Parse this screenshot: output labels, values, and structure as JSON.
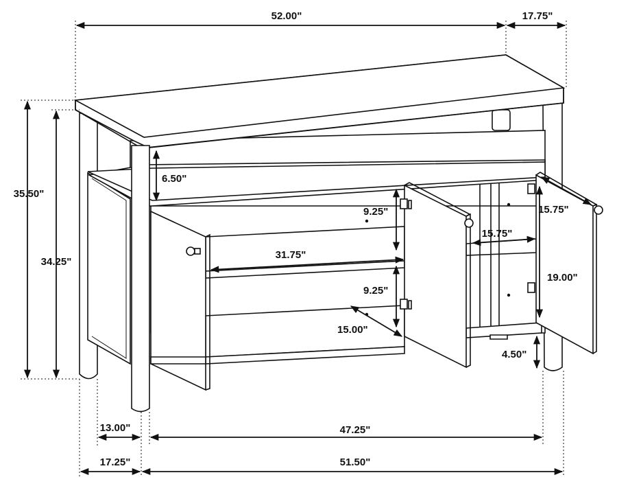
{
  "figure": {
    "dimensions": {
      "total_width": "52.00\"",
      "depth_top": "17.75\"",
      "total_height": "35.50\"",
      "leg_height": "34.25\"",
      "shelf_clearance": "6.50\"",
      "upper_compartment_height": "9.25\"",
      "lower_compartment_height": "9.25\"",
      "left_interior_width": "31.75\"",
      "interior_depth": "15.00\"",
      "right_shelf_depth": "15.75\"",
      "right_door_width": "15.75\"",
      "right_door_height": "19.00\"",
      "floor_clearance": "4.50\"",
      "side_depth": "13.00\"",
      "inner_leg_width": "47.25\"",
      "bottom_depth": "17.25\"",
      "bottom_width": "51.50\""
    }
  }
}
